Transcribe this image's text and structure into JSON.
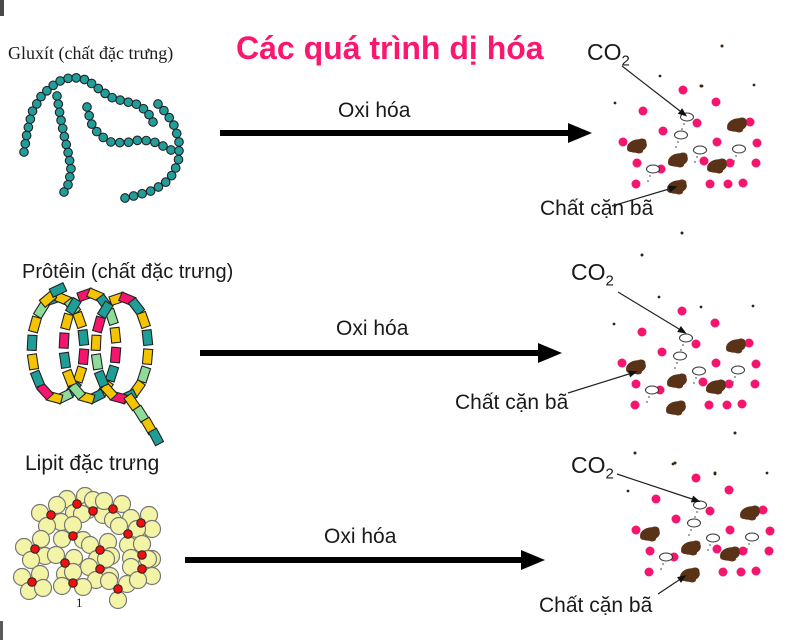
{
  "title": {
    "text": "Các quá trình dị hóa"
  },
  "rows": [
    {
      "name": "gluxit",
      "label": "Gluxít (chất đặc trưng)",
      "process_label": "Oxi hóa",
      "co2": {
        "base": "CO",
        "sub": "2"
      },
      "waste_label": "Chất cặn bã"
    },
    {
      "name": "protein",
      "label": "Prôtêin (chất đặc trưng)",
      "process_label": "Oxi hóa",
      "co2": {
        "base": "CO",
        "sub": "2"
      },
      "waste_label": "Chất cặn bã"
    },
    {
      "name": "lipit",
      "label": "Lipit đặc trưng",
      "process_label": "Oxi hóa",
      "co2": {
        "base": "CO",
        "sub": "2"
      },
      "waste_label": "Chất cặn bã"
    }
  ],
  "page_number": "1",
  "colors": {
    "title_pink": "#FB1670",
    "dot_pink": "#F5156E",
    "blob_brown": "#5A3217",
    "chain_teal": "#219E9B",
    "protein_teal": "#1E9E96",
    "protein_gold": "#F5C400",
    "protein_magenta": "#F5156E",
    "protein_green": "#8EDB9A",
    "lipid_yellow": "#F4F4A6",
    "lipid_red": "#F01010",
    "arrow_black": "#000000",
    "cloud_white": "#FFFFFF",
    "speck_dark": "#3A2410"
  },
  "icons": {
    "co2_bubble": "outlined-ellipse-cloud",
    "waste_blob": "brown-blob",
    "released_particle": "pink-dot"
  }
}
